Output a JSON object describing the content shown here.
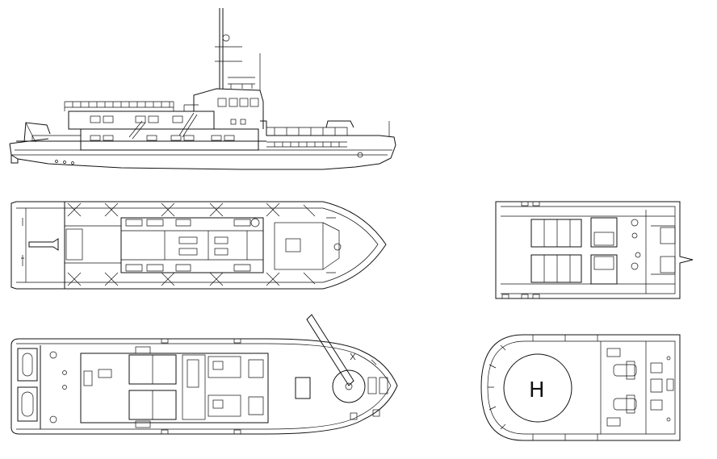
{
  "drawing": {
    "views": [
      {
        "id": "side-elevation"
      },
      {
        "id": "main-deck-plan"
      },
      {
        "id": "upper-deck-plan"
      },
      {
        "id": "aft-deck-plan"
      },
      {
        "id": "helideck-plan"
      }
    ],
    "helipad": {
      "marking": "H"
    }
  }
}
